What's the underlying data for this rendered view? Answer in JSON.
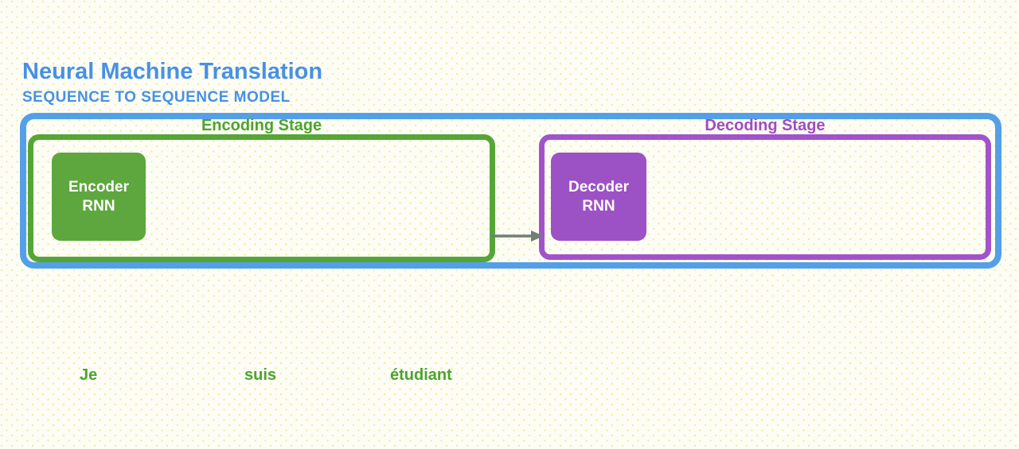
{
  "header": {
    "title": "Neural Machine Translation",
    "subtitle": "SEQUENCE TO SEQUENCE MODEL"
  },
  "diagram": {
    "encoding_stage_label": "Encoding Stage",
    "decoding_stage_label": "Decoding Stage",
    "encoder_rnn": {
      "line1": "Encoder",
      "line2": "RNN"
    },
    "decoder_rnn": {
      "line1": "Decoder",
      "line2": "RNN"
    },
    "arrow": {
      "direction": "right",
      "from": "encoder",
      "to": "decoder"
    }
  },
  "input_words": [
    {
      "text": "Je"
    },
    {
      "text": "suis"
    },
    {
      "text": "étudiant"
    }
  ],
  "colors": {
    "title_blue": "#4791e4",
    "container_border_blue": "#54a0e8",
    "green_border": "#55a636",
    "green_fill": "#5ea73e",
    "green_text": "#4ba42e",
    "purple_border": "#a253ca",
    "purple_fill": "#9c51c5",
    "purple_text": "#a04cc4",
    "arrow_gray": "#6f7f76",
    "background": "#fdfdf6",
    "background_dot": "#ededa9",
    "rnn_label_text": "#ffffff"
  }
}
